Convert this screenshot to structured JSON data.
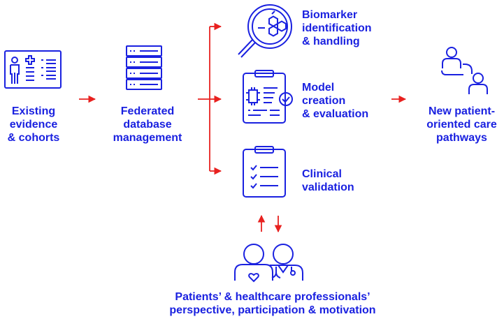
{
  "colors": {
    "primary": "#1a21e0",
    "arrow": "#e8211f",
    "background": "#ffffff"
  },
  "nodes": {
    "existing": {
      "label": "Existing\nevidence\n& cohorts",
      "icon": "id-card-icon"
    },
    "federated": {
      "label": "Federated\ndatabase\nmanagement",
      "icon": "server-rack-icon"
    },
    "biomarker": {
      "label": "Biomarker\nidentification\n& handling",
      "icon": "magnifier-molecule-icon"
    },
    "model": {
      "label": "Model\ncreation\n& evaluation",
      "icon": "clipboard-chip-check-icon"
    },
    "clinical": {
      "label": "Clinical\nvalidation",
      "icon": "clipboard-checklist-icon"
    },
    "pathways": {
      "label": "New patient-\noriented care\npathways",
      "icon": "patient-pathway-icon"
    },
    "patients": {
      "label": "Patients’ & healthcare professionals’\nperspective, participation & motivation",
      "icon": "patient-doctor-icon"
    }
  }
}
